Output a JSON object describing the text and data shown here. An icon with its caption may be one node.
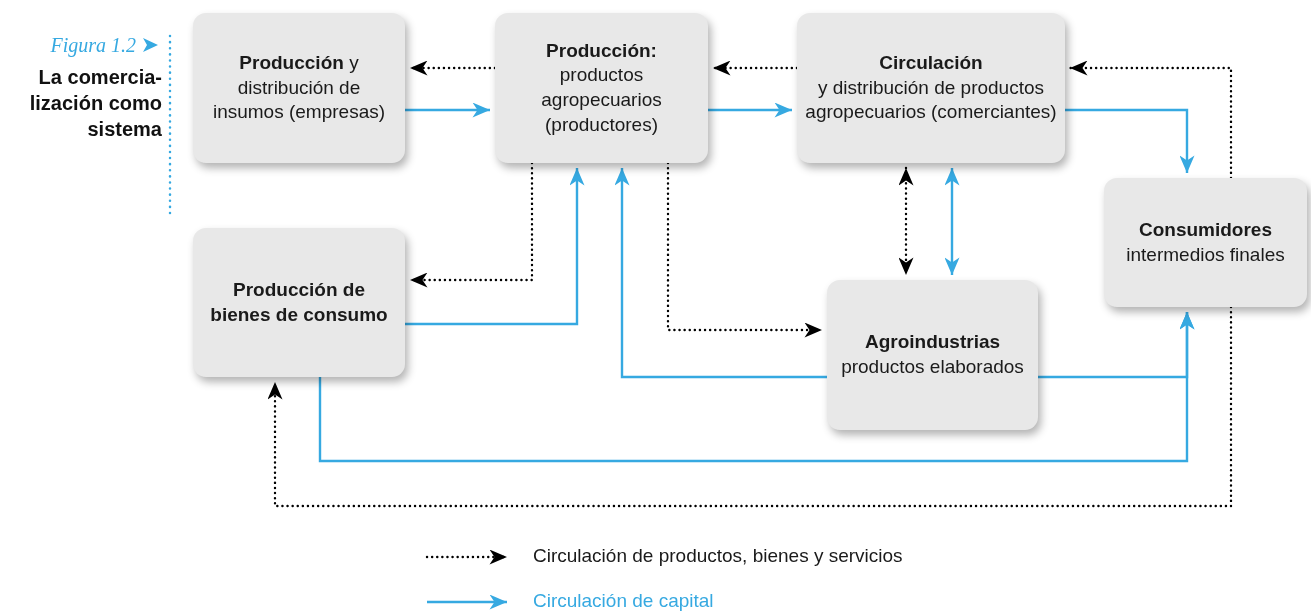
{
  "diagram": {
    "title": "La comercia-lización como sistema",
    "nodes": [
      {
        "text": [
          "**Producción** y distribución de insumos (empresas)"
        ]
      },
      {
        "text": [
          "Producción:",
          "productos agropecuarios (productores)"
        ]
      },
      {
        "text": [
          "Circulación",
          "y distribución de productos agropecuarios (comerciantes)"
        ]
      },
      {
        "text": [
          "Consumidores",
          "intermedios finales"
        ]
      },
      {
        "text": [
          "Producción de bienes de consumo"
        ]
      },
      {
        "text": [
          "Agroindustrias",
          "productos elaborados"
        ]
      }
    ],
    "edges": [
      {
        "from": 1,
        "to": 0,
        "arrow": "to",
        "style": "dashed",
        "color": "#000000"
      },
      {
        "from": 0,
        "to": 1,
        "arrow": "to"
      },
      {
        "from": 2,
        "to": 1,
        "arrow": "to",
        "style": "dashed",
        "color": "#000000"
      },
      {
        "from": 1,
        "to": 2,
        "arrow": "to"
      },
      {
        "from": 3,
        "to": 2,
        "arrow": "to",
        "style": "dashed",
        "color": "#000000"
      },
      {
        "from": 2,
        "to": 3,
        "arrow": "to"
      },
      {
        "from": 2,
        "to": 5,
        "arrow": "both",
        "style": "dashed",
        "color": "#000000"
      },
      {
        "from": 2,
        "to": 5,
        "arrow": "both"
      },
      {
        "from": 1,
        "to": 4,
        "arrow": "to",
        "style": "dashed",
        "color": "#000000"
      },
      {
        "from": 4,
        "to": 1,
        "arrow": "to"
      },
      {
        "from": 1,
        "to": 5,
        "arrow": "to",
        "style": "dashed",
        "color": "#000000"
      },
      {
        "from": 5,
        "to": 1,
        "arrow": "to"
      },
      {
        "from": 5,
        "to": 3,
        "arrow": "to"
      },
      {
        "from": 4,
        "to": 3,
        "arrow": "to"
      },
      {
        "from": 3,
        "to": 4,
        "arrow": "to",
        "style": "dashed",
        "color": "#000000"
      }
    ],
    "labels": [
      "Figura 1.2"
    ],
    "legend": [
      {
        "text": "Circulación de productos, bienes y servicios"
      },
      {
        "text": "Circulación de capital"
      }
    ]
  }
}
